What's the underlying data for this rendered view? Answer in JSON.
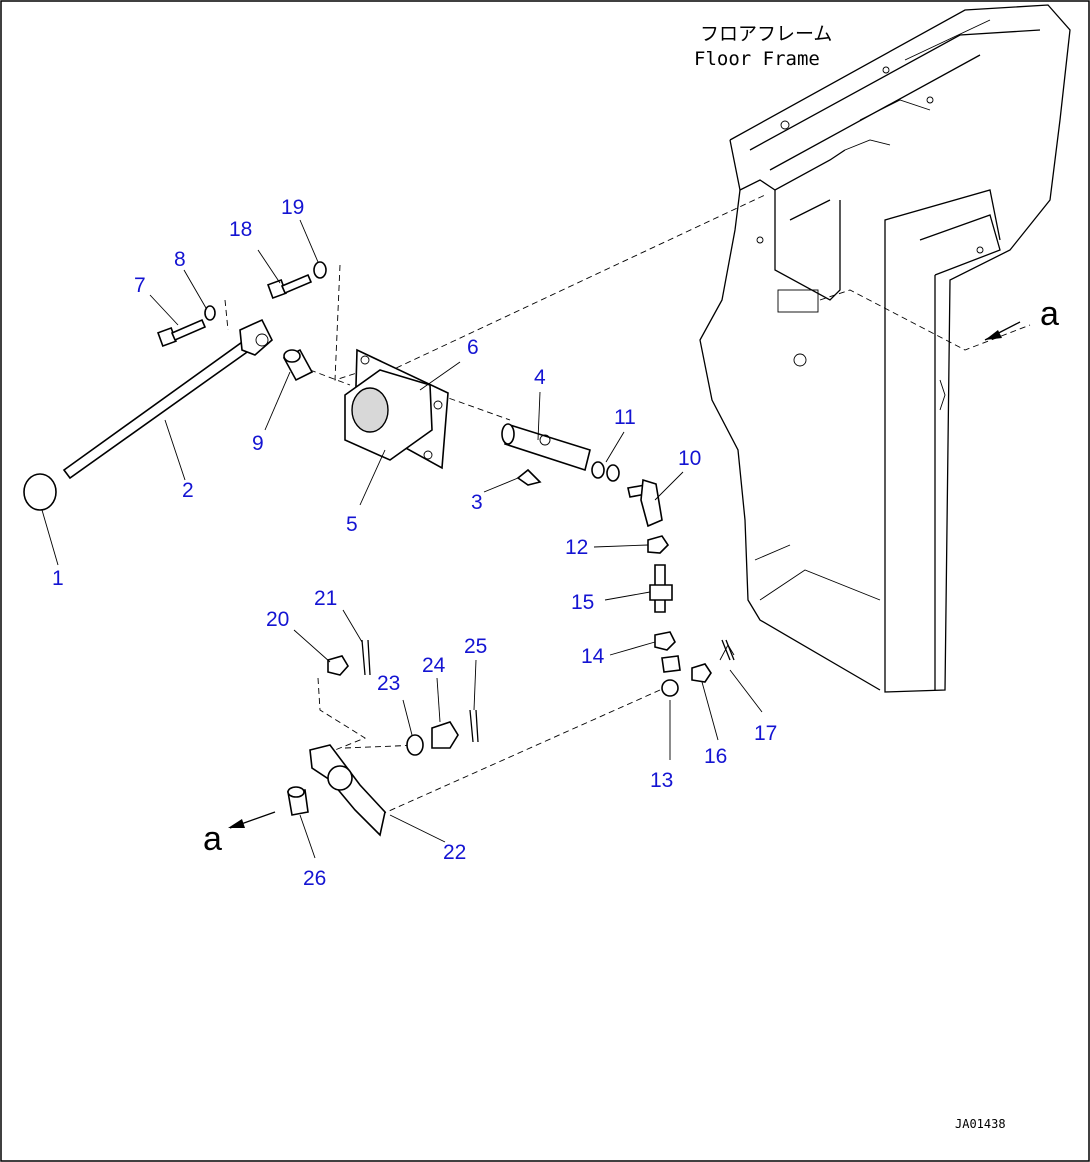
{
  "frame_label": {
    "japanese": "フロアフレーム",
    "english": "Floor Frame"
  },
  "view_markers": [
    "a",
    "a"
  ],
  "drawing_code": "JA01438",
  "callouts": [
    "1",
    "2",
    "3",
    "4",
    "5",
    "6",
    "7",
    "8",
    "9",
    "10",
    "11",
    "12",
    "13",
    "14",
    "15",
    "16",
    "17",
    "18",
    "19",
    "20",
    "21",
    "22",
    "23",
    "24",
    "25",
    "26"
  ],
  "colors": {
    "callout": "#1414d2",
    "line": "#000000",
    "background": "#ffffff"
  }
}
